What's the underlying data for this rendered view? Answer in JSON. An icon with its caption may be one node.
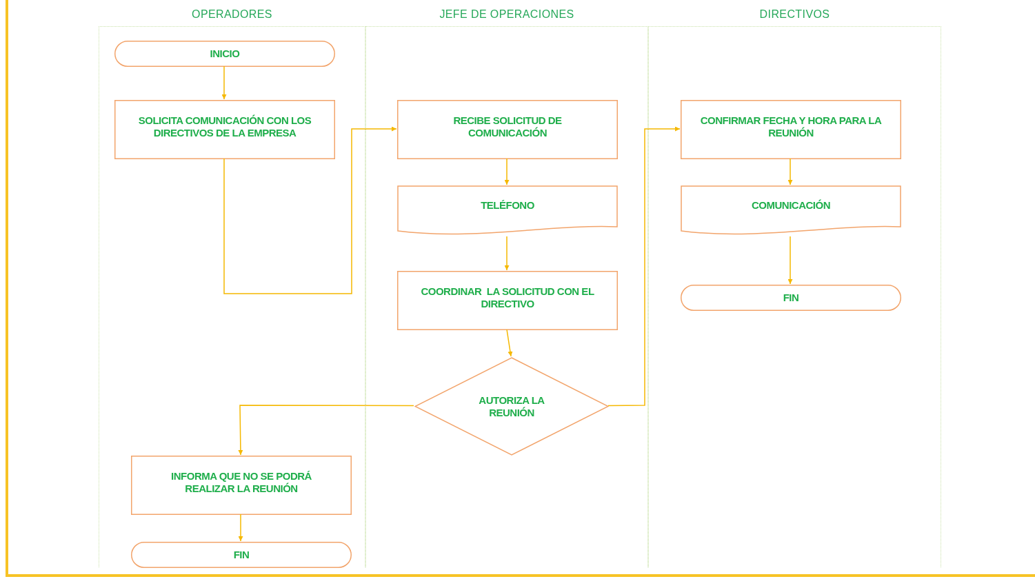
{
  "diagram": {
    "nodes": [
      {
        "text": [
          "OPERADORES"
        ]
      },
      {
        "text": [
          "JEFE DE OPERACIONES"
        ]
      },
      {
        "text": [
          "DIRECTIVOS"
        ]
      },
      {
        "text": [
          "INICIO"
        ],
        "in": 0
      },
      {
        "text": [
          "SOLICITA COMUNICACIÓN CON LOS DIRECTIVOS DE LA EMPRESA"
        ],
        "in": 0
      },
      {
        "text": [
          "RECIBE SOLICITUD DE COMUNICACIÓN"
        ],
        "in": 1
      },
      {
        "text": [
          "TELÉFONO"
        ],
        "in": 1
      },
      {
        "text": [
          "COORDINAR  LA SOLICITUD CON EL DIRECTIVO"
        ],
        "in": 1
      },
      {
        "text": [
          "AUTORIZA LA REUNIÓN"
        ],
        "in": 1
      },
      {
        "text": [
          "CONFIRMAR FECHA Y HORA PARA LA REUNIÓN"
        ],
        "in": 2
      },
      {
        "text": [
          "COMUNICACIÓN"
        ],
        "in": 2
      },
      {
        "text": [
          "FIN"
        ],
        "in": 2
      },
      {
        "text": [
          "INFORMA QUE NO SE PODRÁ REALIZAR LA REUNIÓN"
        ],
        "in": 0
      },
      {
        "text": [
          "FIN"
        ],
        "in": 0
      }
    ],
    "edges": [
      {
        "from": 3,
        "to": 4,
        "arrow": "to"
      },
      {
        "from": 4,
        "to": 5,
        "arrow": "to"
      },
      {
        "from": 5,
        "to": 6,
        "arrow": "to"
      },
      {
        "from": 6,
        "to": 7,
        "arrow": "to"
      },
      {
        "from": 7,
        "to": 8,
        "arrow": "to"
      },
      {
        "from": 8,
        "to": 9,
        "arrow": "to"
      },
      {
        "from": 8,
        "to": 12,
        "arrow": "to"
      },
      {
        "from": 9,
        "to": 10,
        "arrow": "to"
      },
      {
        "from": 10,
        "to": 11,
        "arrow": "to"
      },
      {
        "from": 12,
        "to": 13,
        "arrow": "to"
      }
    ]
  }
}
